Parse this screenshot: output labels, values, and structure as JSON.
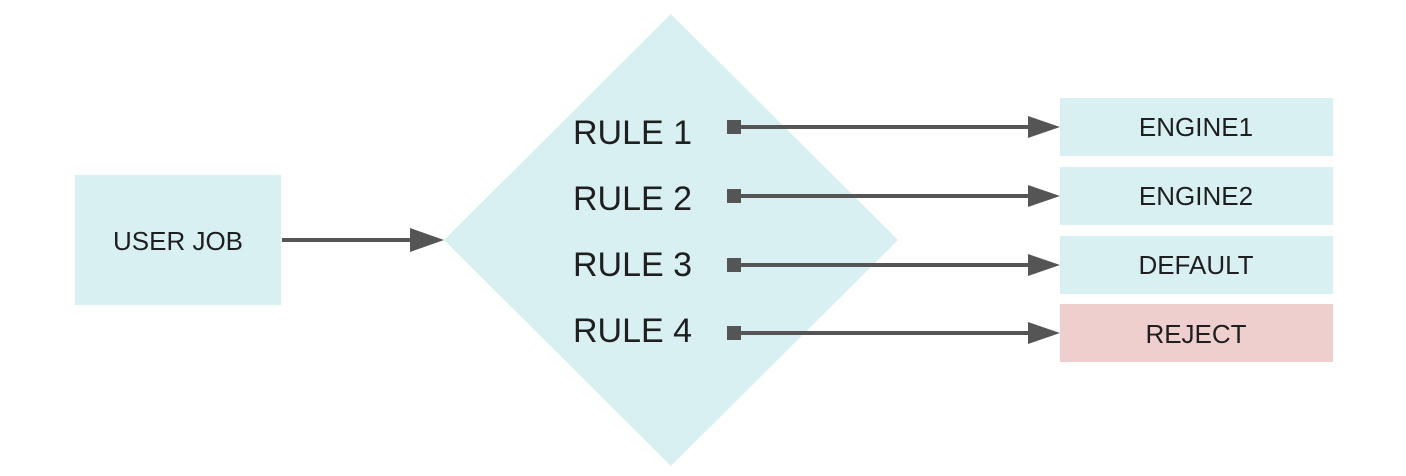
{
  "diagram": {
    "source": {
      "label": "USER JOB"
    },
    "rules": [
      {
        "label": "RULE 1"
      },
      {
        "label": "RULE 2"
      },
      {
        "label": "RULE 3"
      },
      {
        "label": "RULE 4"
      }
    ],
    "targets": [
      {
        "label": "ENGINE1",
        "status": "normal"
      },
      {
        "label": "ENGINE2",
        "status": "normal"
      },
      {
        "label": "DEFAULT",
        "status": "normal"
      },
      {
        "label": "REJECT",
        "status": "reject"
      }
    ],
    "colors": {
      "box_fill": "#d8f0f2",
      "reject_fill": "#eecfcd",
      "arrow": "#555555",
      "text": "#1f1f1f"
    }
  }
}
